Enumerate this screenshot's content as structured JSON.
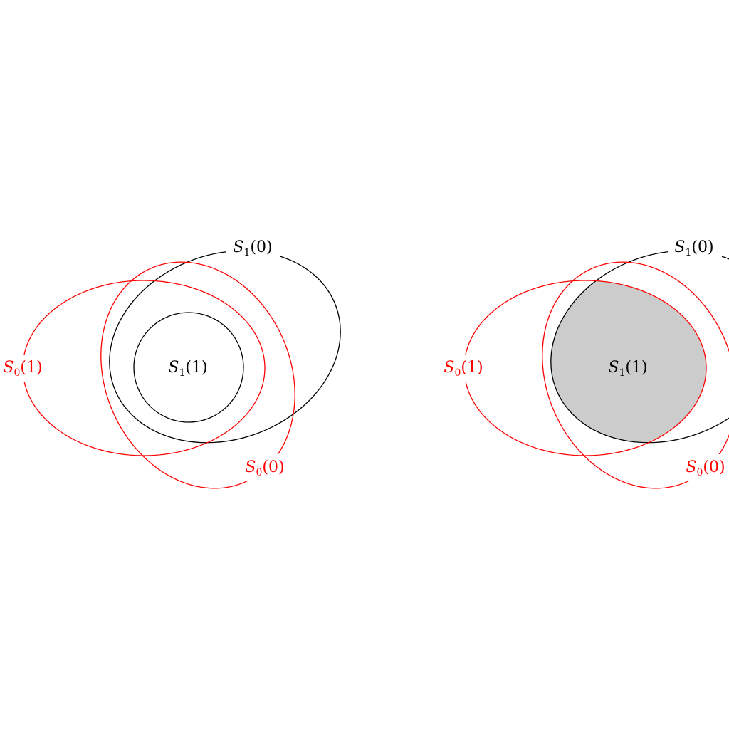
{
  "colors": {
    "black": "#000000",
    "red": "#ff0000",
    "fill": "#cccccc",
    "background": "#ffffff"
  },
  "left_panel": {
    "label_s1_0": {
      "script": "S",
      "sub": "1",
      "arg": "(0)",
      "color": "#000000"
    },
    "label_s1_1": {
      "script": "S",
      "sub": "1",
      "arg": "(1)",
      "color": "#000000"
    },
    "label_s0_1": {
      "script": "S",
      "sub": "0",
      "arg": "(1)",
      "color": "#ff0000"
    },
    "label_s0_0": {
      "script": "S",
      "sub": "0",
      "arg": "(0)",
      "color": "#ff0000"
    }
  },
  "right_panel": {
    "label_s1_0": {
      "script": "S",
      "sub": "1",
      "arg": "(0)",
      "color": "#000000"
    },
    "label_s1_1": {
      "script": "S",
      "sub": "1",
      "arg": "(1)",
      "color": "#000000"
    },
    "label_s0_1": {
      "script": "S",
      "sub": "0",
      "arg": "(1)",
      "color": "#ff0000"
    },
    "label_s0_0": {
      "script": "S",
      "sub": "0",
      "arg": "(0)",
      "color": "#ff0000"
    }
  }
}
